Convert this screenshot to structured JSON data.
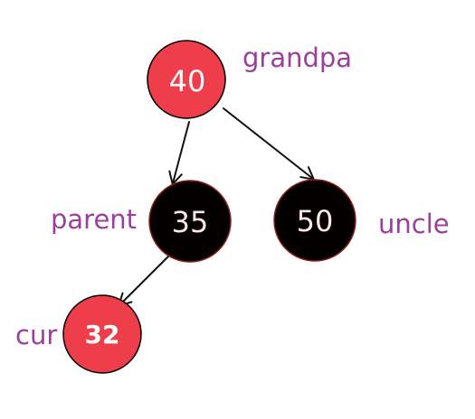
{
  "nodes": {
    "grandpa": {
      "value": "40",
      "role_label": "grandpa",
      "color": "red"
    },
    "parent": {
      "value": "35",
      "role_label": "parent",
      "color": "black"
    },
    "uncle": {
      "value": "50",
      "role_label": "uncle",
      "color": "black"
    },
    "cur": {
      "value": "32",
      "role_label": "cur",
      "color": "red"
    }
  },
  "colors": {
    "red_node_fill": "#ee3e4b",
    "black_node_fill": "#050000",
    "node_outline": "#000000",
    "red_node_text": "#ffffff",
    "black_node_text": "#ffe7ea",
    "label_text": "#9b3f9b",
    "edge": "#111111"
  }
}
